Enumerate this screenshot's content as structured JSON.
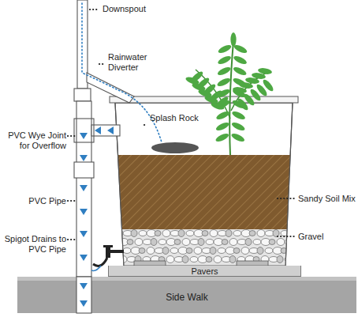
{
  "diagram": {
    "nodes": [
      {
        "text": [
          "Pavers"
        ]
      },
      {
        "text": [
          "Side Walk"
        ]
      }
    ],
    "labels": [
      "Downspout",
      "Rainwater Diverter",
      "PVC Wye Joint for Overflow",
      "Splash Rock",
      "Sandy Soil Mix",
      "PVC Pipe",
      "Gravel",
      "Spigot Drains to PVC Pipe"
    ]
  }
}
